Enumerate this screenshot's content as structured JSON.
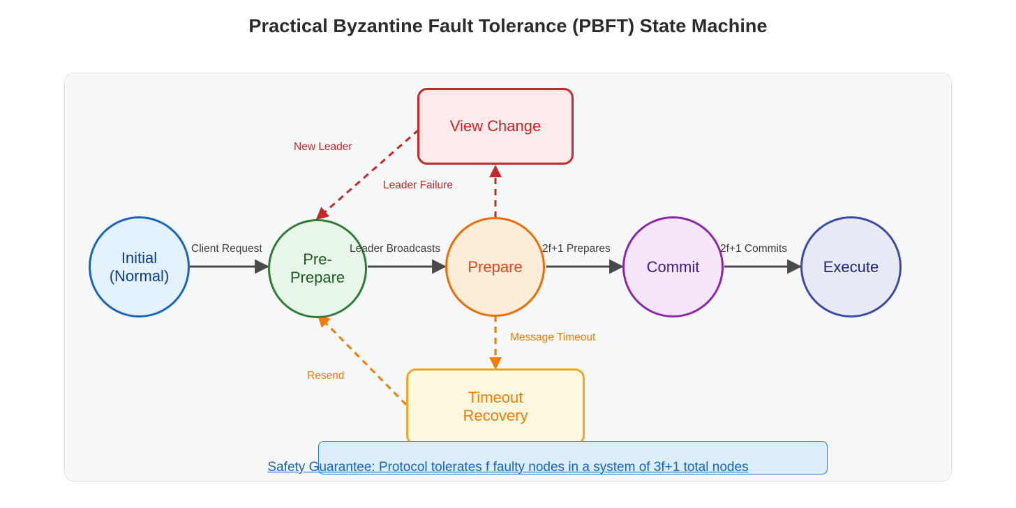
{
  "title": "Practical Byzantine Fault Tolerance (PBFT) State Machine",
  "colors": {
    "canvas_bg": "#f7f8fa",
    "canvas_border": "#e2e4e8",
    "initial_border": "#1565c0",
    "initial_fill": "#e3f2fd",
    "initial_text": "#0d3b8c",
    "preprepare_border": "#2e7d32",
    "preprepare_fill": "#e8f5e9",
    "preprepare_text": "#1b5e20",
    "prepare_border": "#ef6c00",
    "prepare_fill": "#fdecd8",
    "prepare_text": "#e8431a",
    "commit_border": "#8e24aa",
    "commit_fill": "#f5e6fa",
    "commit_text": "#3a1a8c",
    "execute_border": "#3949ab",
    "execute_fill": "#e8eaf6",
    "execute_text": "#1a237e",
    "viewchange_border": "#c62828",
    "viewchange_fill": "#fdeaea",
    "viewchange_text": "#c62828",
    "timeout_border": "#f5a623",
    "timeout_fill": "#fdf8e0",
    "timeout_text": "#f57c00",
    "arrow_solid": "#4a4a4a",
    "arrow_red": "#c62828",
    "arrow_orange": "#f57c00",
    "note_border": "#1a7fd4",
    "note_fill": "#dcedfb",
    "note_text": "#1565c0",
    "edge_label_text": "#3d3d3d"
  },
  "nodes": {
    "initial": {
      "line1": "Initial",
      "line2": "(Normal)"
    },
    "preprepare": {
      "line1": "Pre-",
      "line2": "Prepare"
    },
    "prepare": {
      "line1": "Prepare"
    },
    "commit": {
      "line1": "Commit"
    },
    "execute": {
      "line1": "Execute"
    },
    "view_change": {
      "line1": "View Change"
    },
    "timeout_recovery": {
      "line1": "Timeout",
      "line2": "Recovery"
    }
  },
  "edges": [
    {
      "label": "Client Request",
      "from": "initial",
      "to": "preprepare",
      "style": "solid"
    },
    {
      "label": "Leader Broadcasts",
      "from": "preprepare",
      "to": "prepare",
      "style": "solid"
    },
    {
      "label": "2f+1 Prepares",
      "from": "prepare",
      "to": "commit",
      "style": "solid"
    },
    {
      "label": "2f+1 Commits",
      "from": "commit",
      "to": "execute",
      "style": "solid"
    },
    {
      "label": "Leader Failure",
      "from": "prepare",
      "to": "view_change",
      "style": "dashed"
    },
    {
      "label": "New Leader",
      "from": "view_change",
      "to": "preprepare",
      "style": "dashed"
    },
    {
      "label": "Message Timeout",
      "from": "prepare",
      "to": "timeout_recovery",
      "style": "dashed"
    },
    {
      "label": "Resend",
      "from": "timeout_recovery",
      "to": "preprepare",
      "style": "dashed"
    }
  ],
  "note": "Safety Guarantee: Protocol tolerates f faulty nodes in a system of 3f+1 total nodes"
}
